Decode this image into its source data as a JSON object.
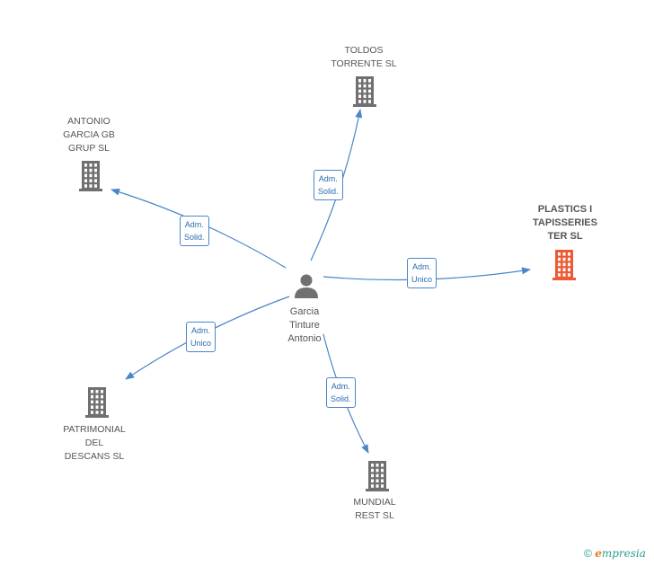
{
  "colors": {
    "edge": "#4a86c8",
    "building": "#707070",
    "highlight": "#ee5a33",
    "person": "#707070"
  },
  "center": {
    "name": "Garcia\nTinture\nAntonio",
    "icon": "person-icon"
  },
  "nodes": [
    {
      "id": "toldos",
      "name": "TOLDOS\nTORRENTE SL",
      "highlight": false
    },
    {
      "id": "antonio",
      "name": "ANTONIO\nGARCIA GB\nGRUP SL",
      "highlight": false
    },
    {
      "id": "plastics",
      "name": "PLASTICS I\nTAPISSERIES\nTER SL",
      "highlight": true
    },
    {
      "id": "patrimonial",
      "name": "PATRIMONIAL\nDEL\nDESCANS SL",
      "highlight": false
    },
    {
      "id": "mundial",
      "name": "MUNDIAL\nREST SL",
      "highlight": false
    }
  ],
  "edges": [
    {
      "to": "toldos",
      "label": "Adm.\nSolid."
    },
    {
      "to": "antonio",
      "label": "Adm.\nSolid."
    },
    {
      "to": "plastics",
      "label": "Adm.\nUnico"
    },
    {
      "to": "patrimonial",
      "label": "Adm.\nUnico"
    },
    {
      "to": "mundial",
      "label": "Adm.\nSolid."
    }
  ],
  "footer": {
    "copyright": "©",
    "brand": "mpresia",
    "brand_initial": "e"
  }
}
